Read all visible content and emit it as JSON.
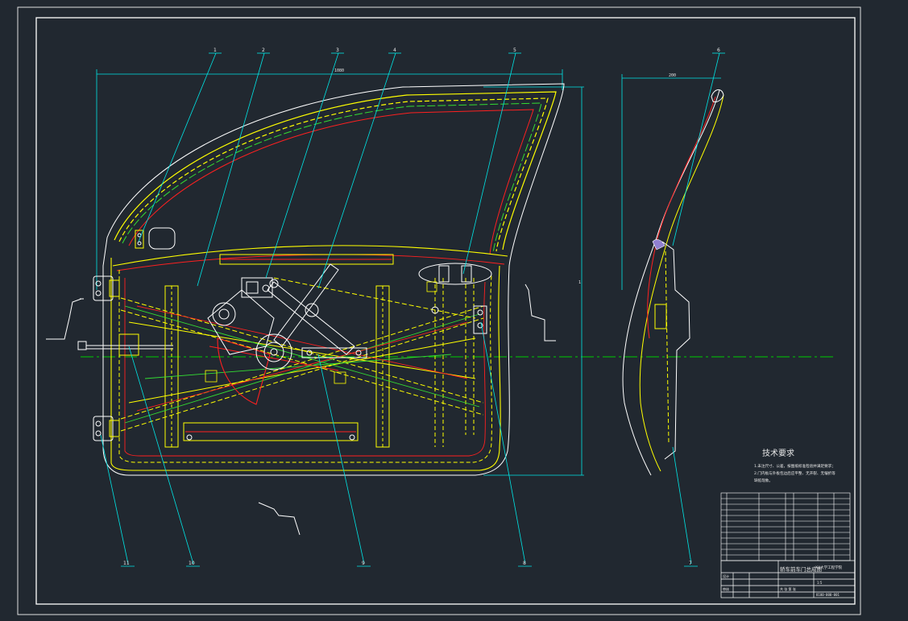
{
  "drawing": {
    "title": "轿车前车门总成图",
    "tech_req_title": "技术要求",
    "tech_req_lines": [
      "1.未注尺寸、公差，按图纸标准检验并满足要求；",
      "2.门内板与外板包边后应平整、无开裂、无皱折等",
      "缺陷现象。"
    ],
    "callouts_top": [
      "1",
      "2",
      "3",
      "4",
      "5",
      "6"
    ],
    "callouts_bottom": [
      "11",
      "10",
      "9",
      "8",
      "7"
    ],
    "dim_width": "1080",
    "dim_side": "200",
    "dim_height": "1",
    "drawing_number": "8100-000-001",
    "title_block": {
      "design": "设计",
      "check": "审核",
      "scale": "1:5",
      "sheet": "共 张 第 张",
      "org": "XX大学工程学院",
      "total_label": "共 张",
      "sheet_label": "第 张"
    },
    "colors": {
      "background": "#212830",
      "frame": "#ffffff",
      "outline": "#ffff00",
      "section": "#ff2020",
      "leader": "#00e5e5",
      "center": "#00cc00"
    }
  }
}
